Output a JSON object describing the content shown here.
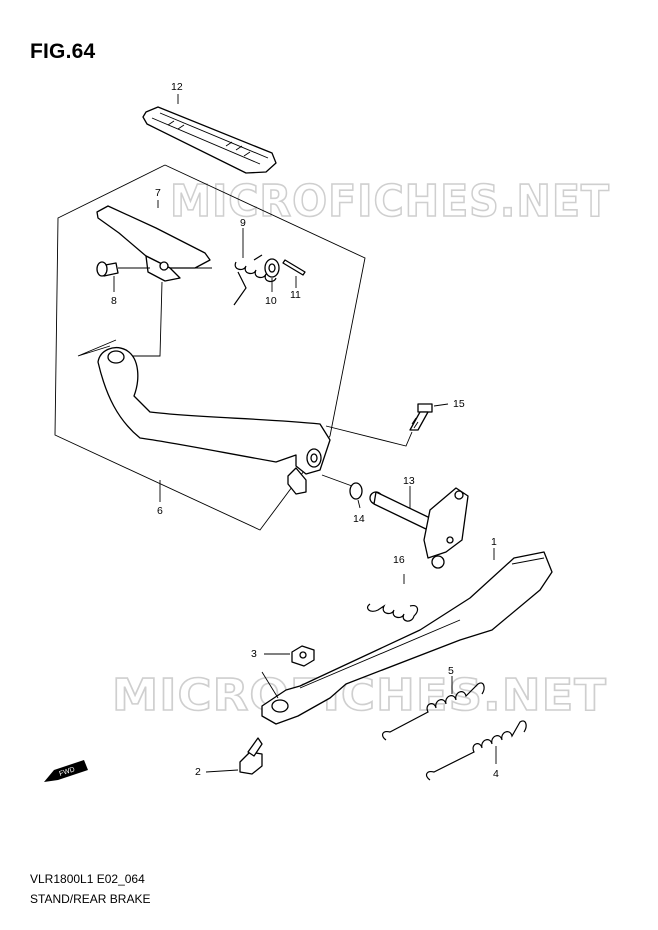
{
  "figure": {
    "title": "FIG.64"
  },
  "watermark": {
    "text": "MICROFICHES.NET"
  },
  "footer": {
    "code": "VLR1800L1 E02_064",
    "caption": "STAND/REAR BRAKE"
  },
  "fwd_arrow": {
    "label": "FWD"
  },
  "callouts": {
    "n1": "1",
    "n2": "2",
    "n3": "3",
    "n4": "4",
    "n5": "5",
    "n6": "6",
    "n7": "7",
    "n8": "8",
    "n9": "9",
    "n10": "10",
    "n11": "11",
    "n12": "12",
    "n13": "13",
    "n14": "14",
    "n15": "15",
    "n16": "16"
  }
}
